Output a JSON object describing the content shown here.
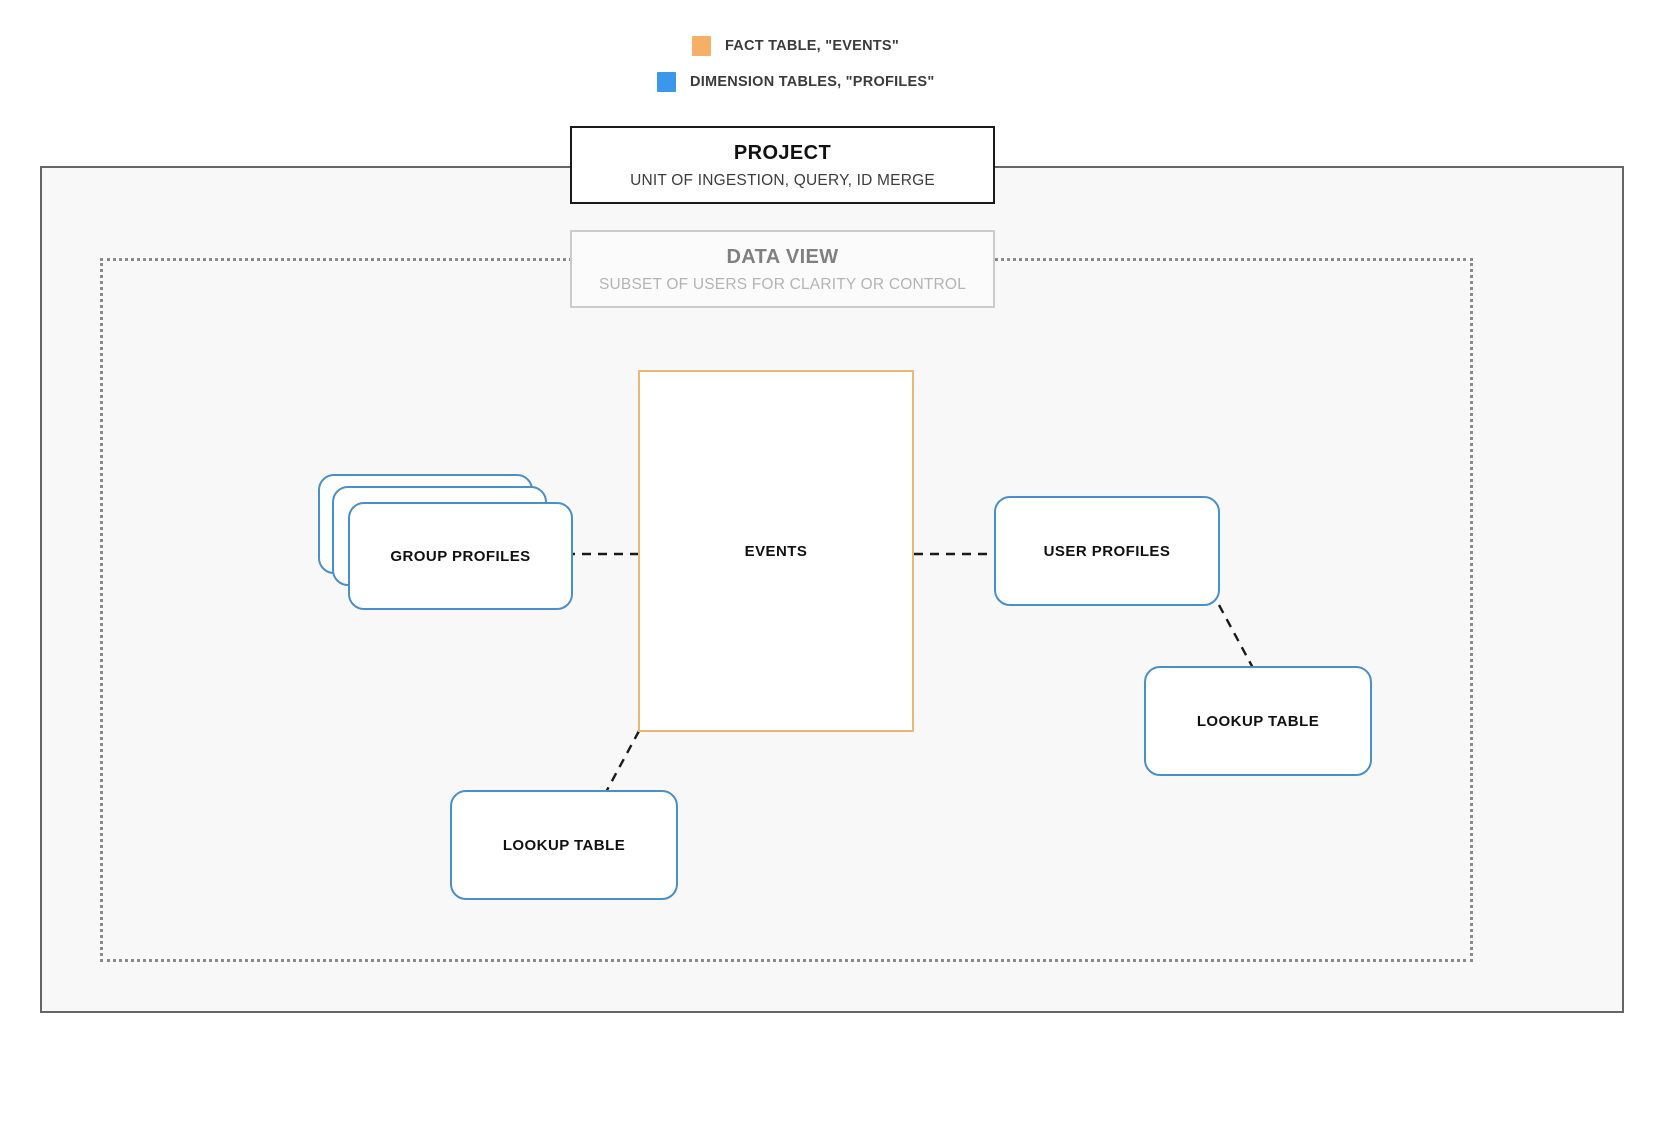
{
  "legend": {
    "items": [
      {
        "label": "FACT TABLE, \"EVENTS\"",
        "color": "#f5af66",
        "icon": "square-swatch-orange"
      },
      {
        "label": "DIMENSION TABLES, \"PROFILES\"",
        "color": "#3b97ec",
        "icon": "square-swatch-blue"
      }
    ]
  },
  "project": {
    "title": "PROJECT",
    "subtitle": "UNIT OF INGESTION, QUERY, ID MERGE"
  },
  "data_view": {
    "title": "DATA VIEW",
    "subtitle": "SUBSET OF USERS FOR CLARITY OR CONTROL"
  },
  "nodes": {
    "events": {
      "label": "EVENTS",
      "border_color": "#e8b878"
    },
    "group_profiles": {
      "label": "GROUP PROFILES",
      "border_color": "#4a90c8",
      "stack_count": 3
    },
    "user_profiles": {
      "label": "USER PROFILES",
      "border_color": "#4a90c8"
    },
    "lookup_table_right": {
      "label": "LOOKUP TABLE",
      "border_color": "#4a90c8"
    },
    "lookup_table_left": {
      "label": "LOOKUP TABLE",
      "border_color": "#4a90c8"
    }
  },
  "connectors": [
    {
      "name": "group-profiles-to-events",
      "style": "dashed",
      "color": "#1a1a1a"
    },
    {
      "name": "events-to-user-profiles",
      "style": "dashed",
      "color": "#1a1a1a"
    },
    {
      "name": "user-profiles-to-lookup-right",
      "style": "dashed",
      "color": "#1a1a1a"
    },
    {
      "name": "events-to-lookup-left",
      "style": "dashed",
      "color": "#1a1a1a"
    }
  ],
  "canvas": {
    "background": "#ffffff",
    "project_fill": "#f8f8f8",
    "project_border": "#666666",
    "dataview_border": "#8a8a8a"
  }
}
